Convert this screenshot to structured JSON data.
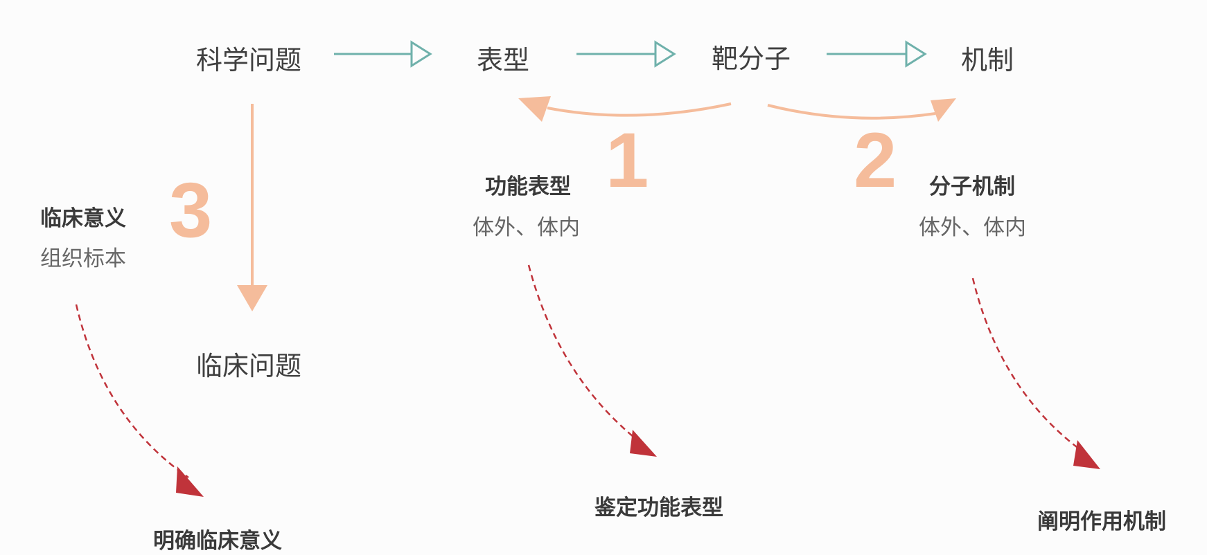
{
  "top_flow": [
    "科学问题",
    "表型",
    "靶分子",
    "机制"
  ],
  "clinical_question": "临床问题",
  "step_numbers": [
    "1",
    "2",
    "3"
  ],
  "branches": {
    "functional": {
      "title": "功能表型",
      "detail": "体外、体内",
      "result": "鉴定功能表型"
    },
    "molecular": {
      "title": "分子机制",
      "detail": "体外、体内",
      "result": "阐明作用机制"
    },
    "clinical": {
      "title": "临床意义",
      "detail": "组织标本",
      "result": "明确临床意义"
    }
  },
  "colors": {
    "flow_arrow": "#6fb1ab",
    "feedback_arrow": "#f5bc9b",
    "dashed_arrow": "#c0333a",
    "background": "#fcfcfc"
  }
}
